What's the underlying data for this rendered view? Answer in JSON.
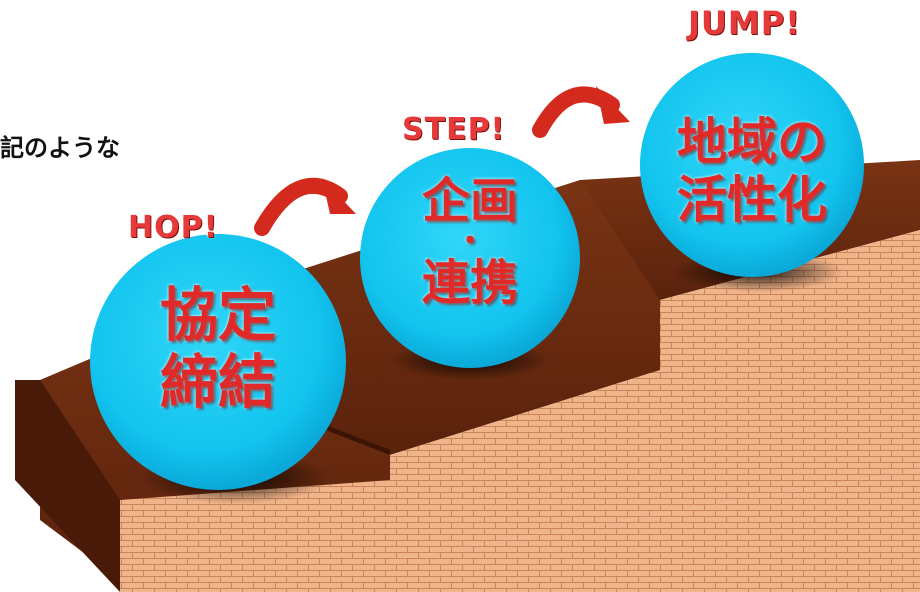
{
  "intro_text": "記のような",
  "steps": [
    {
      "label": "HOP!",
      "lines": [
        "協定",
        "締結"
      ]
    },
    {
      "label": "STEP!",
      "lines": [
        "企画",
        "・",
        "連携"
      ]
    },
    {
      "label": "JUMP!",
      "lines": [
        "地域の",
        "活性化"
      ]
    }
  ],
  "colors": {
    "ball": "#14c8f0",
    "ball_text": "#e02a2a",
    "label": "#e63a3a",
    "arrow": "#d42a1e",
    "step_top": "#6a2a10",
    "brick_face": "#e8a878",
    "riser": "#3a1506"
  },
  "icons": [
    "curved-arrow-icon",
    "curved-arrow-icon"
  ]
}
